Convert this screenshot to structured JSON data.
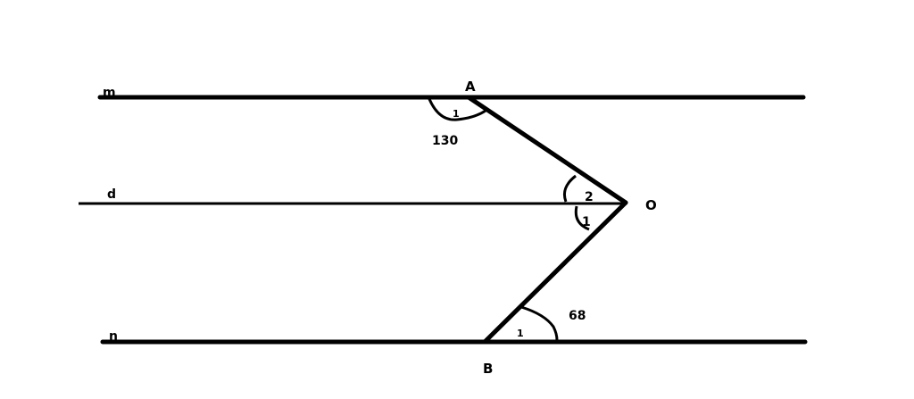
{
  "diagram": {
    "line_labels": {
      "m": "m",
      "d": "d",
      "n": "n"
    },
    "point_labels": {
      "A": "A",
      "O": "O",
      "B": "B"
    },
    "angle_labels": {
      "A_angle_index": "1",
      "A_angle_value": "130",
      "O_upper_index": "2",
      "O_lower_index": "1",
      "B_angle_index": "1",
      "B_angle_value": "68"
    },
    "colors": {
      "stroke": "#000000",
      "background": "#ffffff"
    }
  }
}
